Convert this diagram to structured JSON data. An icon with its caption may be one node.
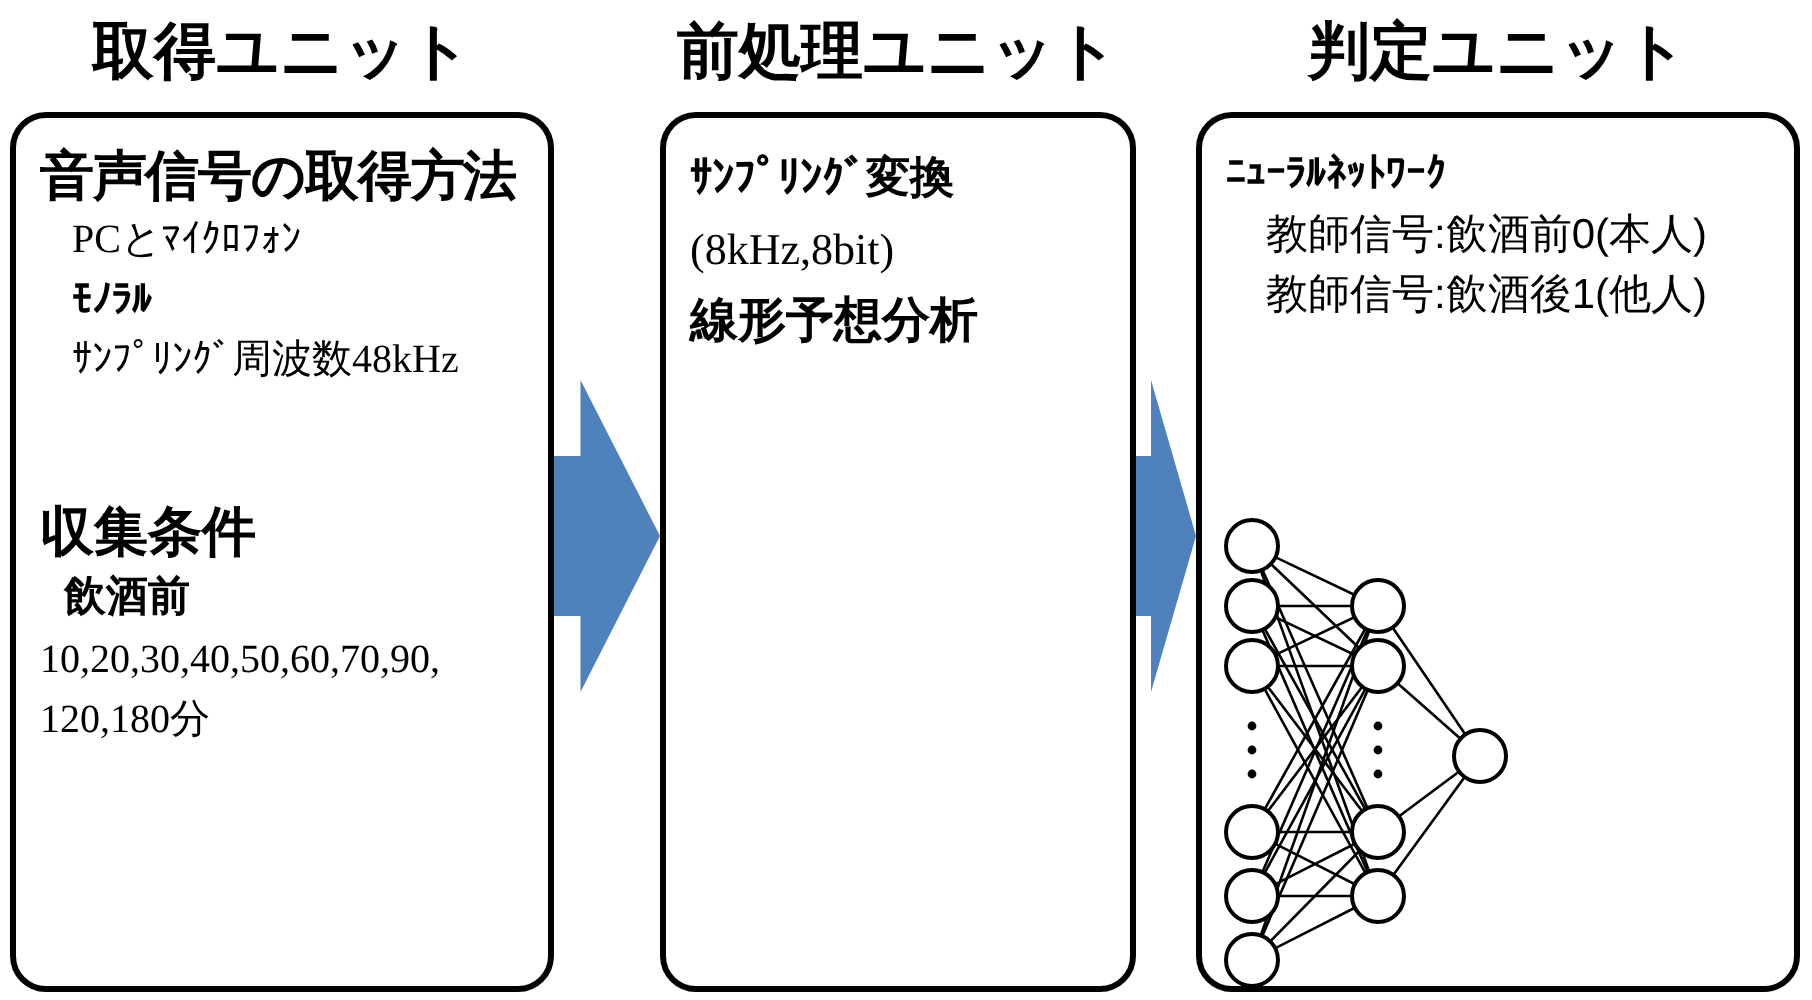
{
  "diagram": {
    "nodes": [
      {
        "text": [
          "取得ユニット",
          "音声信号の取得方法",
          "PCとﾏｲｸﾛﾌｫﾝ",
          "ﾓﾉﾗﾙ",
          "ｻﾝﾌﾟﾘﾝｸﾞ周波数48kHz",
          "収集条件",
          "飲酒前",
          "10,20,30,40,50,60,70,90, 120,180分"
        ]
      },
      {
        "text": [
          "前処理ユニット",
          "ｻﾝﾌﾟﾘﾝｸﾞ変換",
          "(8kHz,8bit)",
          "線形予想分析"
        ]
      },
      {
        "text": [
          "判定ユニット",
          "ﾆｭｰﾗﾙﾈｯﾄﾜｰｸ",
          "教師信号:飲酒前0(本人)",
          "教師信号:飲酒後1(他人)"
        ]
      }
    ],
    "edges": [
      {
        "from": 0,
        "to": 1,
        "arrow": "to",
        "style": "thick"
      },
      {
        "from": 1,
        "to": 2,
        "arrow": "to",
        "style": "thick"
      }
    ]
  }
}
